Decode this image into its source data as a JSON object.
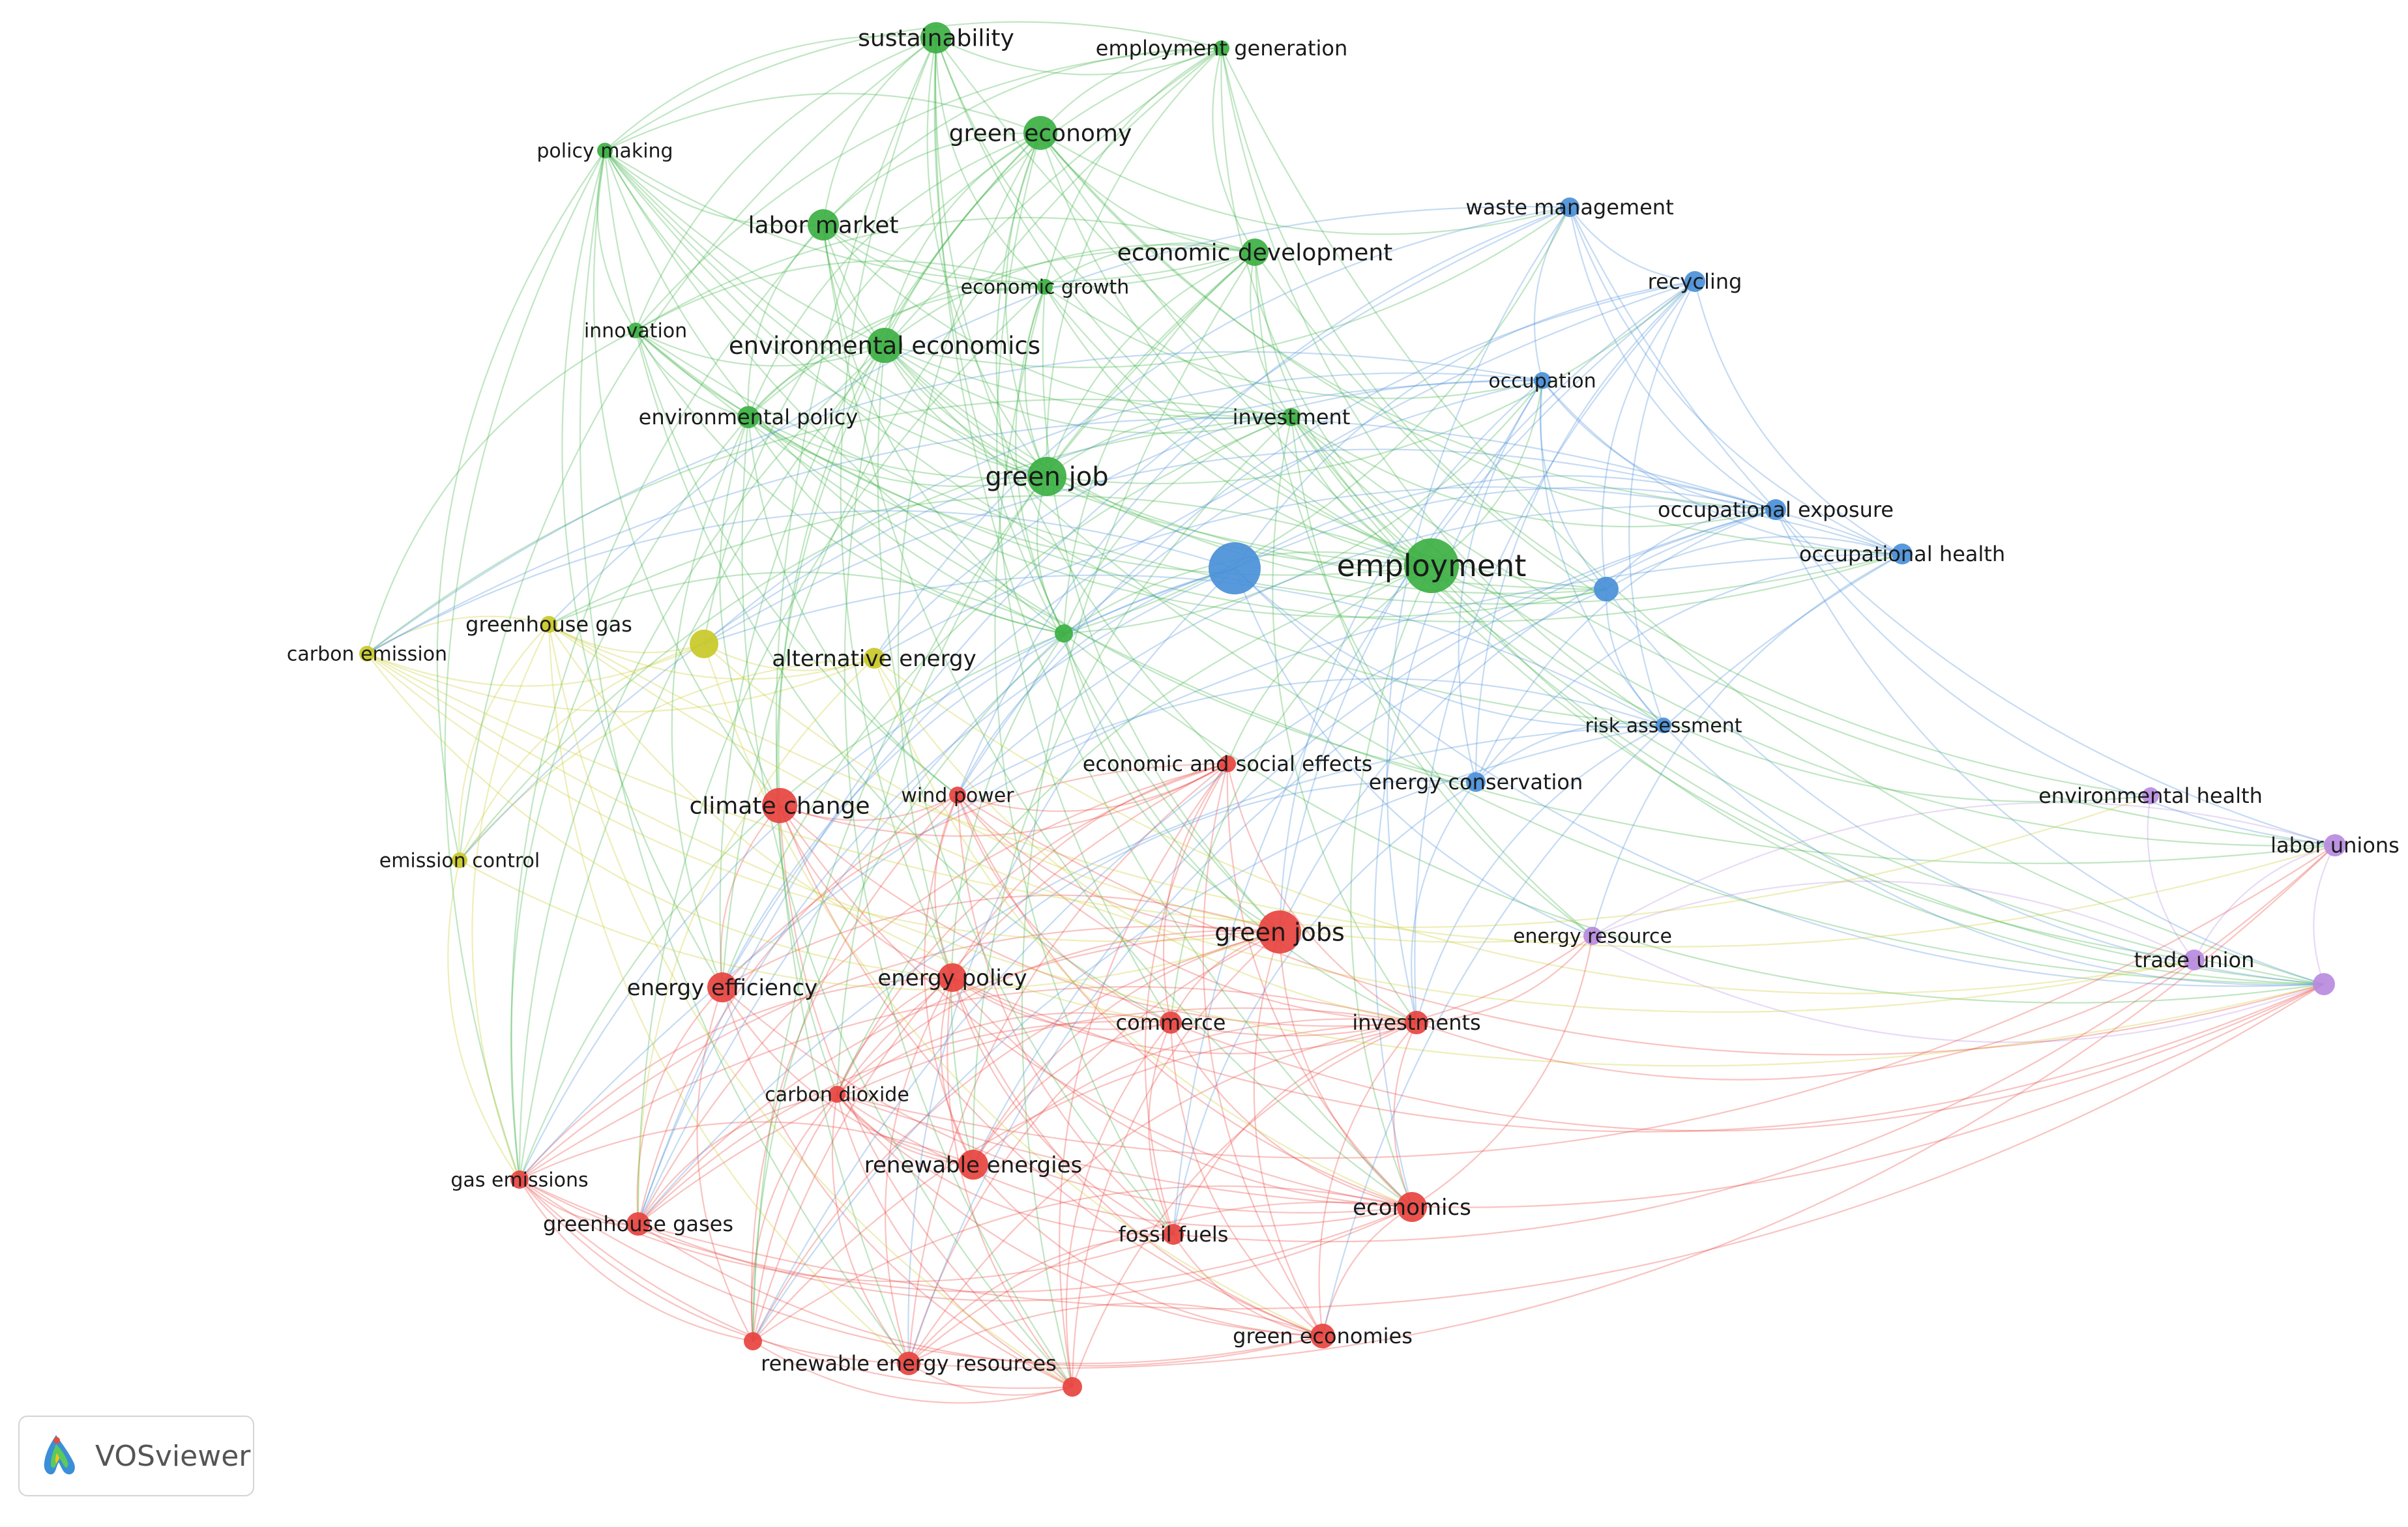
{
  "colors": {
    "red": "#e8433f",
    "green": "#3cb043",
    "blue": "#4a90d9",
    "yellow": "#c9c928",
    "purple": "#b98be0"
  },
  "network": {
    "nodes": [
      {
        "label": "sustainability",
        "cluster": "green"
      },
      {
        "label": "employment generation",
        "cluster": "green"
      },
      {
        "label": "green economy",
        "cluster": "green"
      },
      {
        "label": "policy making",
        "cluster": "green"
      },
      {
        "label": "labor market",
        "cluster": "green"
      },
      {
        "label": "economic development",
        "cluster": "green"
      },
      {
        "label": "economic growth",
        "cluster": "green"
      },
      {
        "label": "innovation",
        "cluster": "green"
      },
      {
        "label": "environmental economics",
        "cluster": "green"
      },
      {
        "label": "environmental policy",
        "cluster": "green"
      },
      {
        "label": "investment",
        "cluster": "green"
      },
      {
        "label": "green job",
        "cluster": "green"
      },
      {
        "label": "employment",
        "cluster": "green"
      },
      {
        "label": "",
        "cluster": "green"
      },
      {
        "label": "waste management",
        "cluster": "blue"
      },
      {
        "label": "recycling",
        "cluster": "blue"
      },
      {
        "label": "occupation",
        "cluster": "blue"
      },
      {
        "label": "occupational exposure",
        "cluster": "blue"
      },
      {
        "label": "occupational health",
        "cluster": "blue"
      },
      {
        "label": "",
        "cluster": "blue"
      },
      {
        "label": "",
        "cluster": "blue"
      },
      {
        "label": "risk assessment",
        "cluster": "blue"
      },
      {
        "label": "energy conservation",
        "cluster": "blue"
      },
      {
        "label": "greenhouse gas",
        "cluster": "yellow"
      },
      {
        "label": "carbon emission",
        "cluster": "yellow"
      },
      {
        "label": "",
        "cluster": "yellow"
      },
      {
        "label": "alternative energy",
        "cluster": "yellow"
      },
      {
        "label": "emission control",
        "cluster": "yellow"
      },
      {
        "label": "climate change",
        "cluster": "red"
      },
      {
        "label": "wind power",
        "cluster": "red"
      },
      {
        "label": "economic and social effects",
        "cluster": "red"
      },
      {
        "label": "green jobs",
        "cluster": "red"
      },
      {
        "label": "energy efficiency",
        "cluster": "red"
      },
      {
        "label": "energy policy",
        "cluster": "red"
      },
      {
        "label": "commerce",
        "cluster": "red"
      },
      {
        "label": "investments",
        "cluster": "red"
      },
      {
        "label": "carbon dioxide",
        "cluster": "red"
      },
      {
        "label": "renewable energies",
        "cluster": "red"
      },
      {
        "label": "gas emissions",
        "cluster": "red"
      },
      {
        "label": "greenhouse gases",
        "cluster": "red"
      },
      {
        "label": "fossil fuels",
        "cluster": "red"
      },
      {
        "label": "economics",
        "cluster": "red"
      },
      {
        "label": "green economies",
        "cluster": "red"
      },
      {
        "label": "renewable energy resources",
        "cluster": "red"
      },
      {
        "label": "",
        "cluster": "red"
      },
      {
        "label": "",
        "cluster": "red"
      },
      {
        "label": "environmental health",
        "cluster": "purple"
      },
      {
        "label": "labor unions",
        "cluster": "purple"
      },
      {
        "label": "trade union",
        "cluster": "purple"
      },
      {
        "label": "energy resource",
        "cluster": "purple"
      },
      {
        "label": "",
        "cluster": "purple"
      }
    ]
  },
  "logo": {
    "text": "VOSviewer",
    "icon": "vosviewer-logo-icon"
  }
}
